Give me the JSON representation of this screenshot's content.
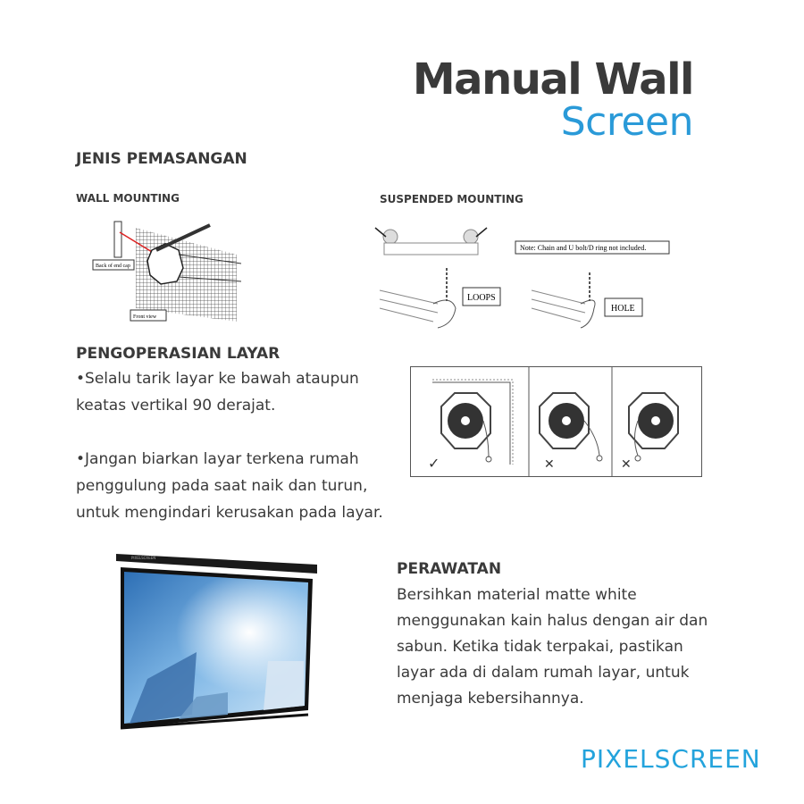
{
  "header": {
    "title_line1": "Manual Wall",
    "title_line2": "Screen"
  },
  "installation": {
    "heading": "JENIS PEMASANGAN",
    "wall": {
      "label": "WALL MOUNTING",
      "callout_back": "Back of end cap",
      "callout_front": "Front view"
    },
    "suspended": {
      "label": "SUSPENDED MOUNTING",
      "note": "Note: Chain and U bolt/D ring not included.",
      "loops": "LOOPS",
      "hole": "HOLE"
    }
  },
  "operation": {
    "heading": "PENGOPERASIAN LAYAR",
    "p1_line1": "•Selalu tarik layar ke bawah ataupun",
    "p1_line2": "keatas vertikal 90 derajat.",
    "p2_line1": "•Jangan biarkan layar terkena rumah",
    "p2_line2": "penggulung pada saat naik dan turun,",
    "p2_line3": "untuk mengindari kerusakan pada layar.",
    "marks": [
      "✓",
      "✕",
      "✕"
    ]
  },
  "maintenance": {
    "heading": "PERAWATAN",
    "lines": [
      "Bersihkan material matte white",
      "menggunakan kain halus dengan air dan",
      "sabun. Ketika tidak terpakai, pastikan",
      "layar ada di dalam rumah layar, untuk",
      "menjaga kebersihannya."
    ]
  },
  "product_image": {
    "housing_brand": "PIXELSCREEN"
  },
  "logo": {
    "text": "PIXELSCREEN"
  },
  "colors": {
    "accent": "#2a9ad8",
    "title": "#3a3a3a",
    "logo": "#23a3dc"
  }
}
